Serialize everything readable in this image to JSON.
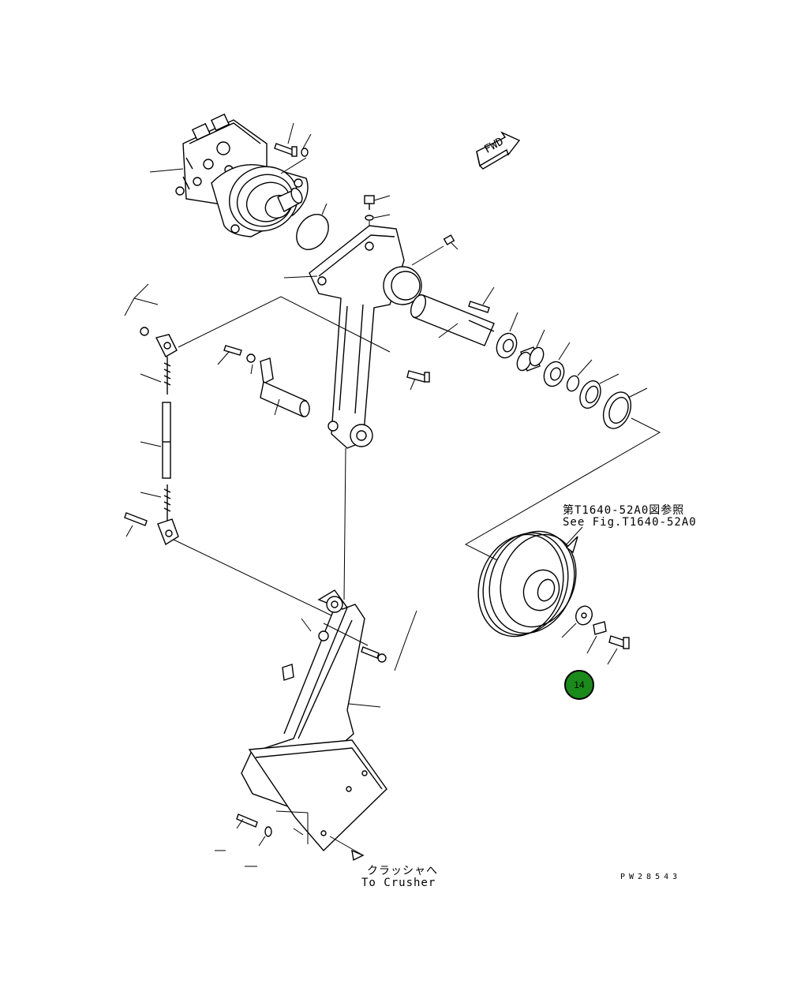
{
  "diagram": {
    "fwd_label": "FWD",
    "see_fig_jp": "第T1640-52A0図参照",
    "see_fig_en": "See Fig.T1640-52A0",
    "to_crusher_jp": "クラッシャへ",
    "to_crusher_en": "To Crusher",
    "drawing_number": "PW28543",
    "callout_number": "14",
    "callout_color": "#1a8a1a"
  }
}
